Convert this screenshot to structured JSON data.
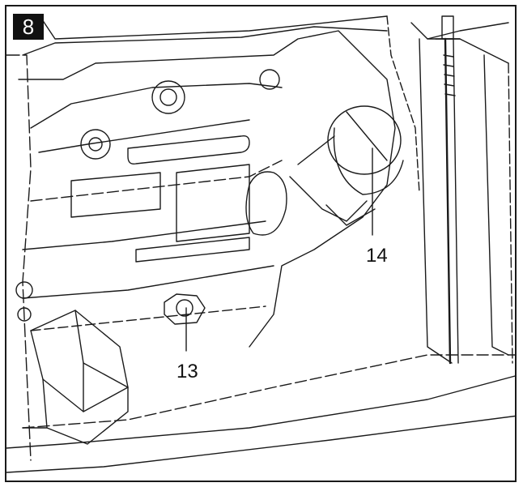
{
  "figure": {
    "step_number": "8",
    "callouts": [
      {
        "id": "part-14",
        "label": "14"
      },
      {
        "id": "part-13",
        "label": "13"
      }
    ]
  },
  "colors": {
    "line": "#1a1a1a",
    "background": "#ffffff",
    "badge": "#111111"
  }
}
